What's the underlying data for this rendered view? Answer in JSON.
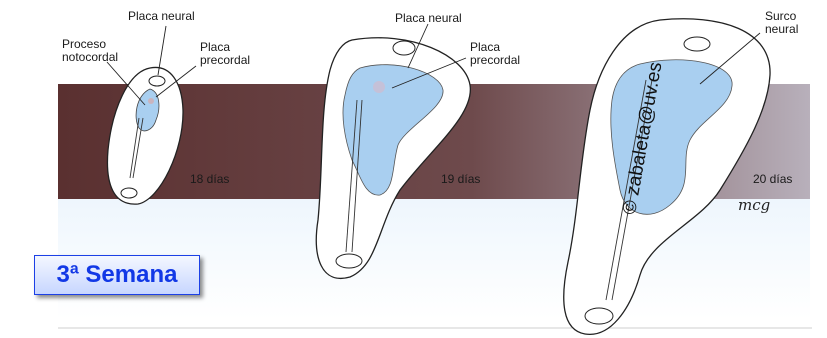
{
  "colors": {
    "band": "#5b3534",
    "tissue": "#a9cff0",
    "outline": "#222222",
    "badge_text": "#1238e6"
  },
  "labels": {
    "placa_neural_1": "Placa neural",
    "proceso_line1": "Proceso",
    "proceso_line2": "notocordal",
    "placa_precordal_1_line1": "Placa",
    "placa_precordal_1_line2": "precordal",
    "placa_neural_2": "Placa neural",
    "placa_precordal_2_line1": "Placa",
    "placa_precordal_2_line2": "precordal",
    "surco_line1": "Surco",
    "surco_line2": "neural"
  },
  "days": {
    "d18": "18 días",
    "d19": "19 días",
    "d20": "20 días"
  },
  "week_badge": "3ª Semana",
  "watermark": "© zabaleta@uv.es"
}
